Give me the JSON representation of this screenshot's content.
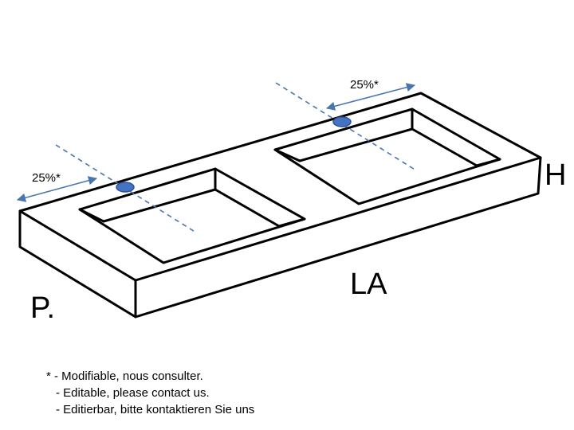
{
  "colors": {
    "accent": "#4472c4",
    "line": "#000000",
    "dash": "#4a76b0"
  },
  "dimensions": {
    "height": "H",
    "length": "LA",
    "depth": "P."
  },
  "offsets": {
    "left": "25%*",
    "right": "25%*"
  },
  "notes": [
    "* - Modifiable, nous consulter.",
    "- Editable, please contact us.",
    "- Editierbar, bitte kontaktieren Sie uns"
  ]
}
